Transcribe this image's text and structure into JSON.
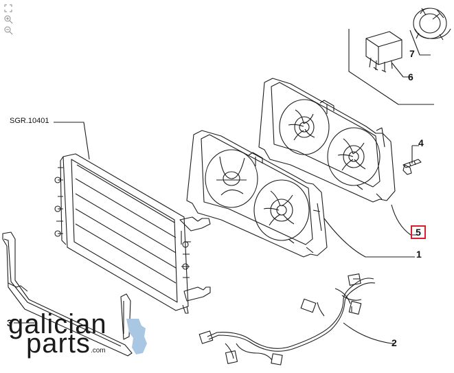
{
  "toolbar": {
    "zoom_reset_icon": "zoom-reset-icon",
    "zoom_in_icon": "zoom-in-icon",
    "zoom_out_icon": "zoom-out-icon"
  },
  "callouts": {
    "c1": "1",
    "c2": "2",
    "c3": "3",
    "c4": "4",
    "c5": "5",
    "c6": "6",
    "c7": "7"
  },
  "reference": "SGR.10401",
  "highlight_color": "#d81e2a",
  "logo": {
    "line1": "galician",
    "line2": "parts",
    "suffix": ".com",
    "accent_color": "#a9c7e3"
  }
}
